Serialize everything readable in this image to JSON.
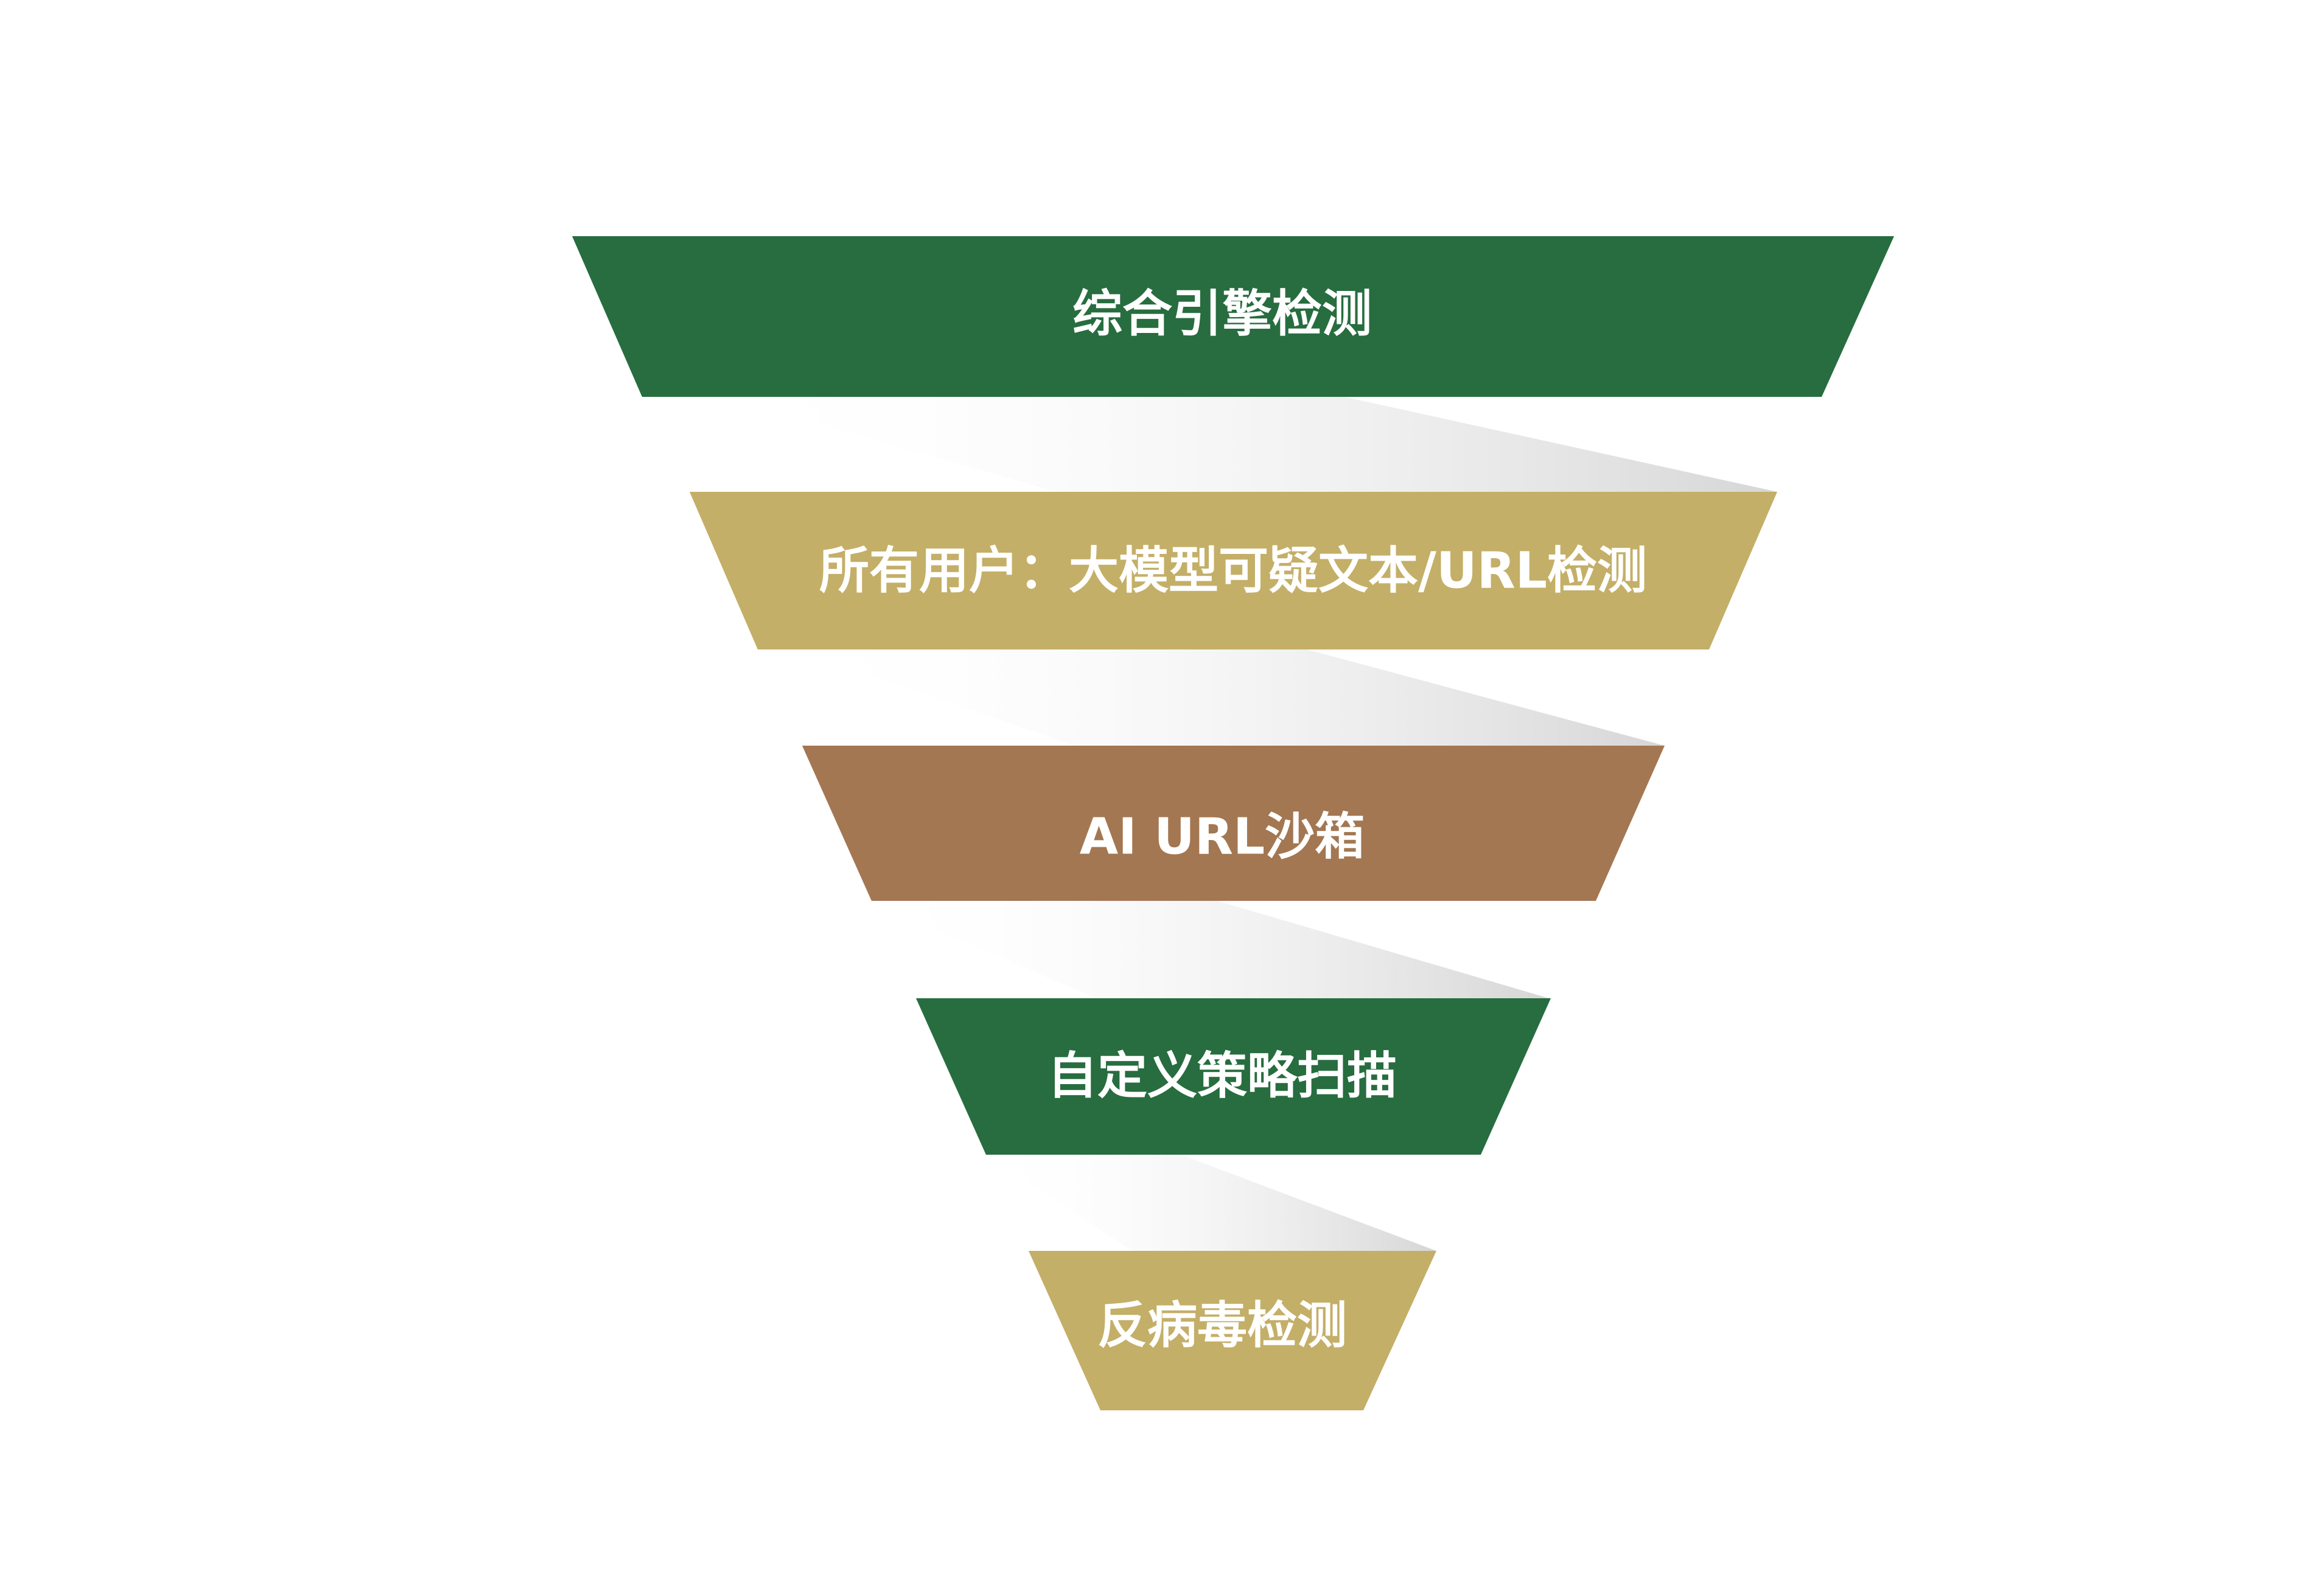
{
  "funnel": {
    "layers": [
      {
        "label": "综合引擎检测",
        "color": "#276d3f"
      },
      {
        "label": "所有用户：大模型可疑文本/URL检测",
        "color": "#c4af68"
      },
      {
        "label": "AI URL沙箱",
        "color": "#a37752"
      },
      {
        "label": "自定义策略扫描",
        "color": "#276d3f"
      },
      {
        "label": "反病毒检测",
        "color": "#c4af68"
      }
    ]
  }
}
